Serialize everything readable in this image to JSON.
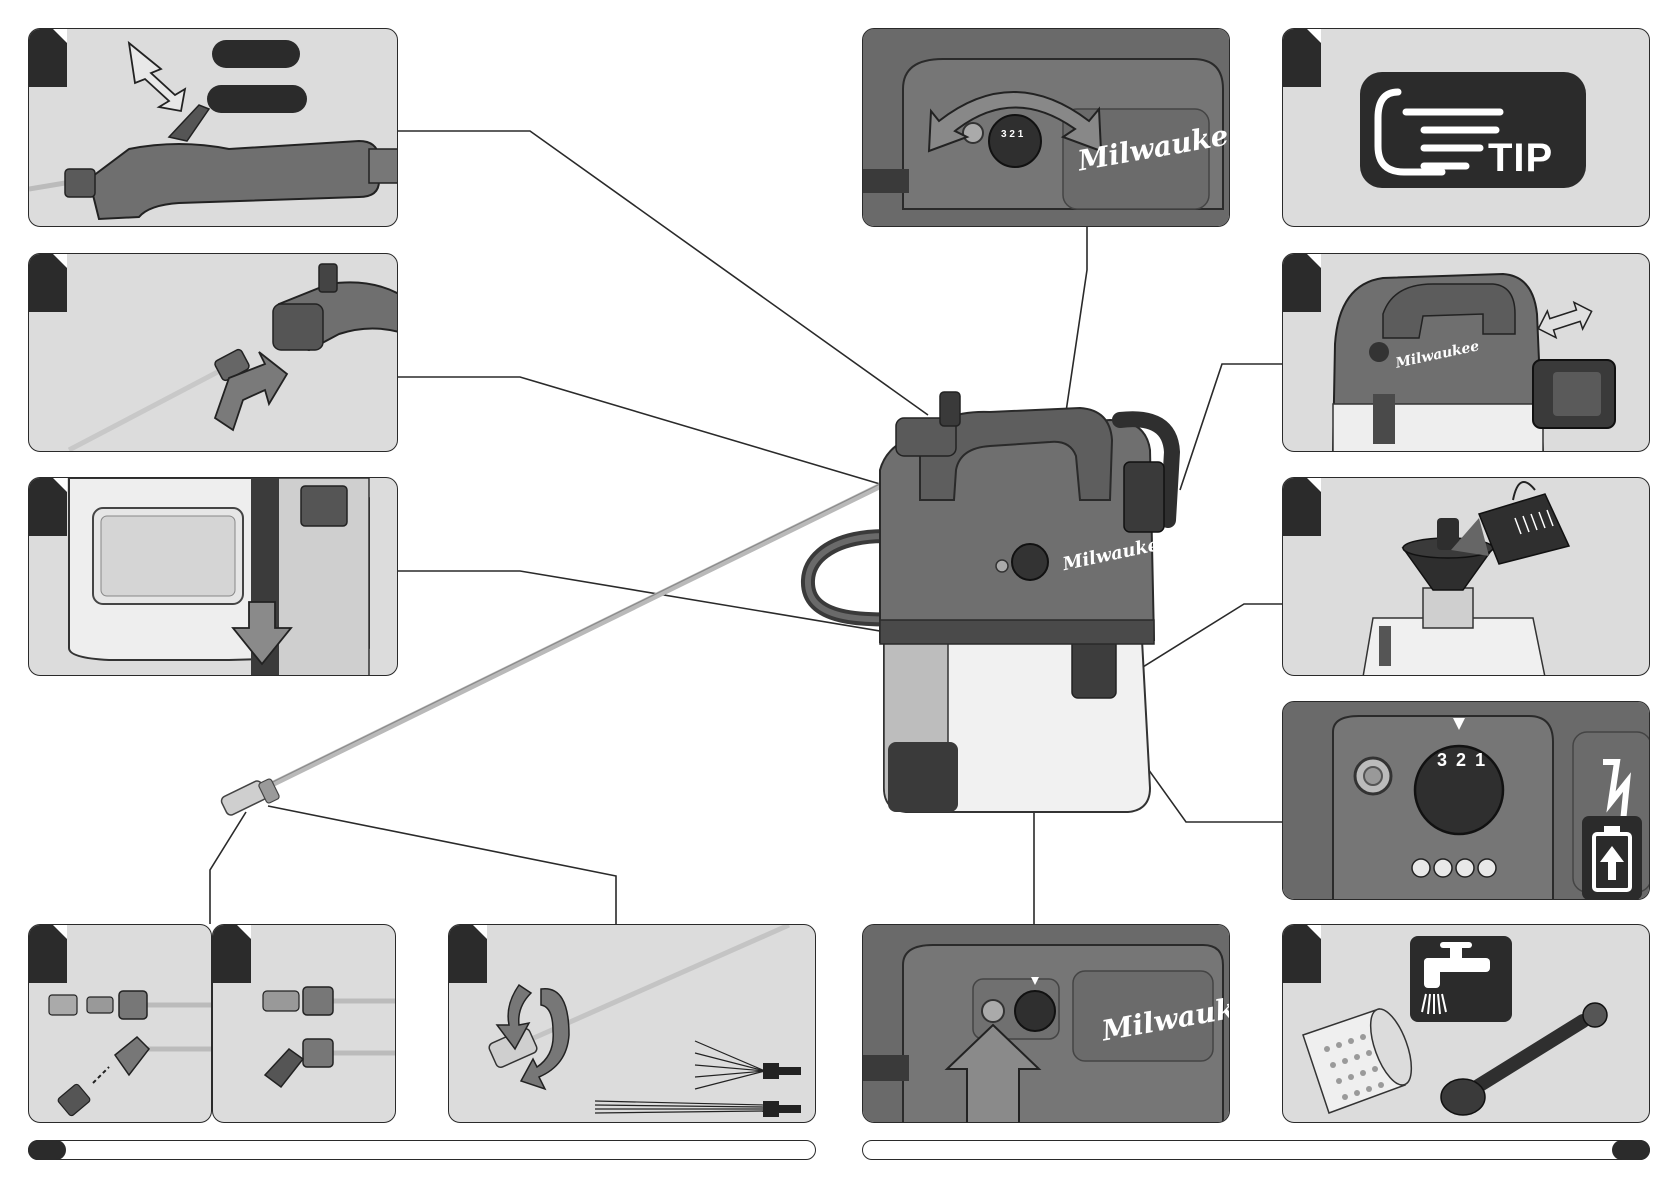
{
  "tip_badge": {
    "text": "TIP"
  },
  "brand": {
    "name": "Milwaukee"
  },
  "dial": {
    "marks": [
      "3",
      "2",
      "1"
    ]
  },
  "icons": {
    "tip": "pointing-hand-icon",
    "faucet": "faucet-icon",
    "battery": "battery-charge-icon",
    "adjust": "double-arrow-icon",
    "push": "push-arrow-icon"
  },
  "colors": {
    "ink": "#2b2b2b",
    "panel": "#dcdcdc",
    "tool": "#6f6f6f",
    "tank": "#f2f2f2"
  }
}
